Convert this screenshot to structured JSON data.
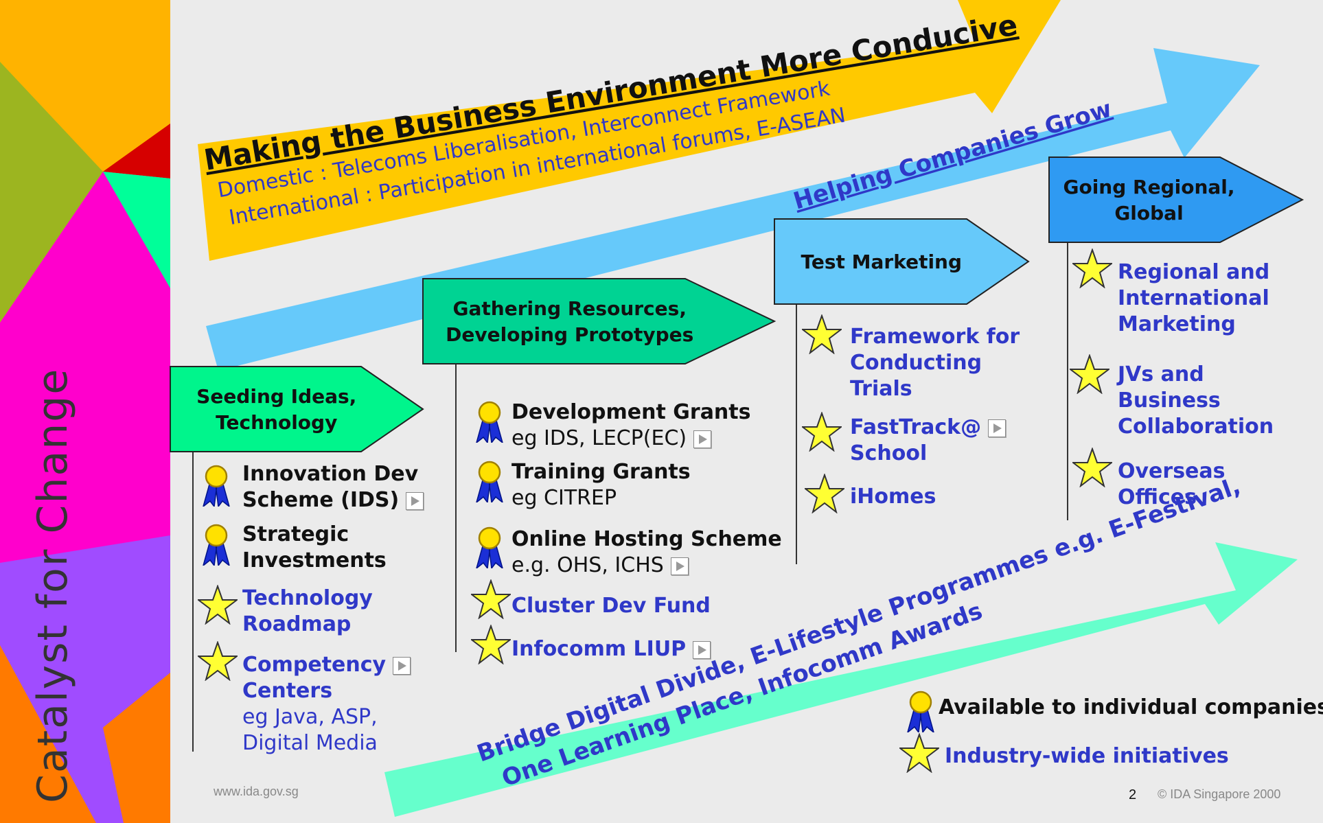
{
  "sidebar": {
    "title": "Catalyst  for Change"
  },
  "banners": {
    "business": {
      "title": "Making the Business Environment More Conducive",
      "line1": "Domestic : Telecoms Liberalisation, Interconnect Framework",
      "line2": "International : Participation in international forums, E-ASEAN"
    },
    "growth": {
      "title": "Helping Companies Grow"
    },
    "digital": {
      "line1": "Bridge Digital Divide, E-Lifestyle Programmes e.g. E-Festival,",
      "line2": "One Learning Place, Infocomm Awards"
    }
  },
  "stages": [
    {
      "title": [
        "Seeding Ideas,",
        "Technology"
      ],
      "color": "#00f58c",
      "items": [
        {
          "icon": "ribbon",
          "lines": [
            "Innovation Dev",
            "Scheme (IDS)"
          ],
          "link": true
        },
        {
          "icon": "ribbon",
          "lines": [
            "Strategic",
            "Investments"
          ]
        },
        {
          "icon": "star",
          "lines": [
            "Technology",
            "Roadmap"
          ]
        },
        {
          "icon": "star",
          "lines": [
            "Competency",
            "Centers"
          ],
          "sub": [
            "eg Java, ASP,",
            "Digital Media"
          ],
          "link": true
        }
      ]
    },
    {
      "title": [
        "Gathering Resources,",
        "Developing Prototypes"
      ],
      "color": "#00d393",
      "items": [
        {
          "icon": "ribbon",
          "lines": [
            "Development Grants"
          ],
          "sub": [
            "eg IDS, LECP(EC)"
          ],
          "link": true
        },
        {
          "icon": "ribbon",
          "lines": [
            "Training Grants"
          ],
          "sub": [
            "eg CITREP"
          ]
        },
        {
          "icon": "ribbon",
          "lines": [
            "Online Hosting Scheme"
          ],
          "sub": [
            "e.g. OHS, ICHS"
          ],
          "link": true
        },
        {
          "icon": "star",
          "lines": [
            "Cluster Dev Fund"
          ]
        },
        {
          "icon": "star",
          "lines": [
            "Infocomm LIUP"
          ],
          "link": true
        }
      ]
    },
    {
      "title": [
        "Test Marketing"
      ],
      "color": "#66c9fa",
      "items": [
        {
          "icon": "star",
          "lines": [
            "Framework for",
            "Conducting",
            "Trials"
          ]
        },
        {
          "icon": "star",
          "lines": [
            "FastTrack@",
            "School"
          ],
          "link": true
        },
        {
          "icon": "star",
          "lines": [
            "iHomes"
          ]
        }
      ]
    },
    {
      "title": [
        "Going Regional,",
        "Global"
      ],
      "color": "#2f9af2",
      "items": [
        {
          "icon": "star",
          "lines": [
            "Regional and",
            "International",
            "Marketing"
          ]
        },
        {
          "icon": "star",
          "lines": [
            "JVs and",
            "Business",
            "Collaboration"
          ]
        },
        {
          "icon": "star",
          "lines": [
            "Overseas",
            "Offices"
          ]
        }
      ]
    }
  ],
  "legend": {
    "individual": "Available to individual companies",
    "industry": "Industry-wide initiatives"
  },
  "footer": {
    "url": "www.ida.gov.sg",
    "page": "2",
    "copyright": "© IDA Singapore 2000"
  },
  "colors": {
    "business_arrow": "#ffc900",
    "growth_arrow": "#66c9fa",
    "digital_arrow": "#66ffcc",
    "link_text": "#2f38c8"
  }
}
